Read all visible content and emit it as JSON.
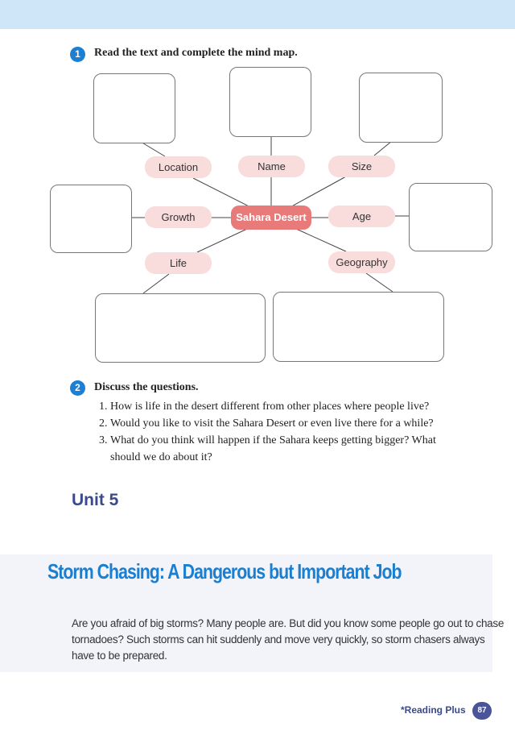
{
  "exercise1": {
    "number": "1",
    "instruction": "Read the text and complete the mind map."
  },
  "mindmap": {
    "center": "Sahara Desert",
    "nodes": [
      "Location",
      "Name",
      "Size",
      "Growth",
      "Age",
      "Life",
      "Geography"
    ]
  },
  "exercise2": {
    "number": "2",
    "instruction": "Discuss the questions.",
    "questions": [
      "How is life in the desert different from other places where people live?",
      "Would you like to visit the Sahara Desert or even live there for a while?",
      "What do you think will happen if the Sahara keeps getting bigger? What should we do about it?"
    ]
  },
  "unit": "Unit 5",
  "article": {
    "title": "Storm Chasing: A Dangerous but Important Job",
    "body": "Are you afraid of big storms? Many people are. But did you know some people go out to chase tornadoes? Such storms can hit suddenly and move very quickly, so storm chasers always have to be prepared."
  },
  "footer": {
    "label": "*Reading Plus",
    "page": "87"
  }
}
